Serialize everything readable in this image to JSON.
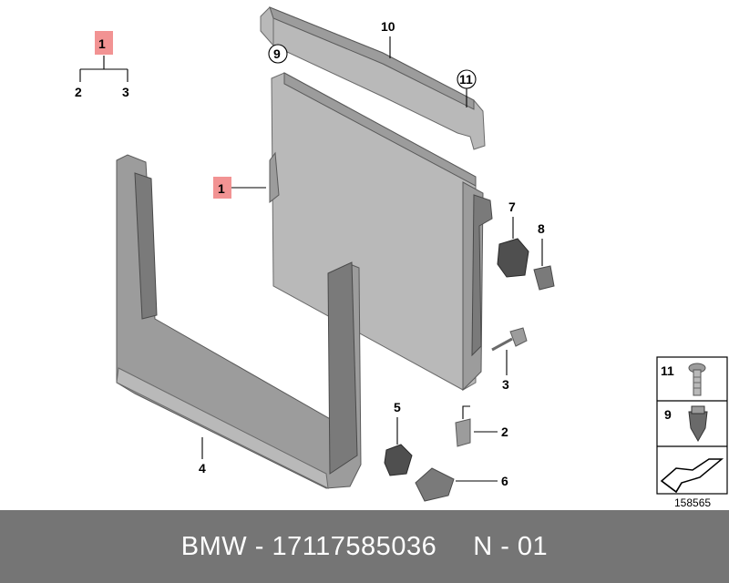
{
  "diagram": {
    "labels": {
      "tree_root": "1",
      "tree_left": "2",
      "tree_right": "3",
      "part_1": "1",
      "part_2": "2",
      "part_3": "3",
      "part_4": "4",
      "part_5": "5",
      "part_6": "6",
      "part_7": "7",
      "part_8": "8",
      "part_9": "9",
      "part_10": "10",
      "part_11": "11"
    },
    "legend": {
      "item_11": "11",
      "item_9": "9"
    },
    "figure_number": "158565",
    "highlight_color": "#f08080"
  },
  "footer": {
    "brand": "BMW - 17117585036",
    "code": "N - 01",
    "background": "#757575"
  }
}
